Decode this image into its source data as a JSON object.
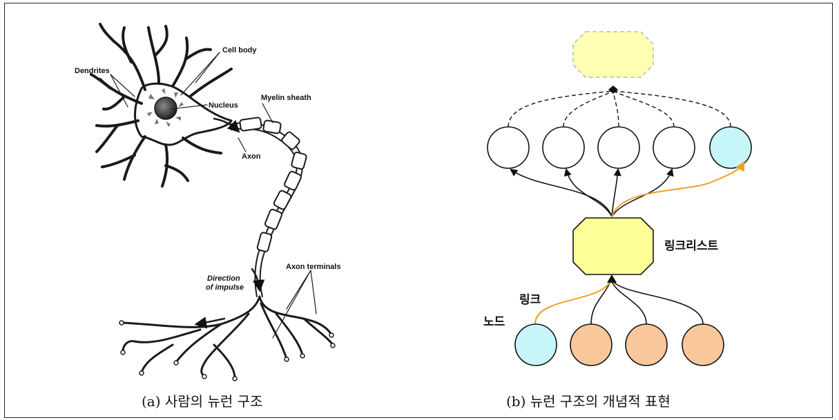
{
  "neuron": {
    "labels": {
      "cell_body": "Cell body",
      "dendrites": "Dendrites",
      "nucleus": "Nucleus",
      "myelin_sheath": "Myelin sheath",
      "axon": "Axon",
      "direction_line1": "Direction",
      "direction_line2": "of impulse",
      "axon_terminals": "Axon terminals"
    },
    "caption": "(a) 사람의 뉴런 구조"
  },
  "concept": {
    "labels": {
      "linked_list": "링크리스트",
      "link": "링크",
      "node": "노드"
    },
    "caption": "(b) 뉴런 구조의 개념적 표현",
    "colors": {
      "octagon_fill": "#ffff99",
      "top_octagon_fill": "#ffffb3",
      "cyan_node": "#c6f6f8",
      "orange_node": "#f8c89c",
      "orange_link": "#f0a020"
    }
  }
}
